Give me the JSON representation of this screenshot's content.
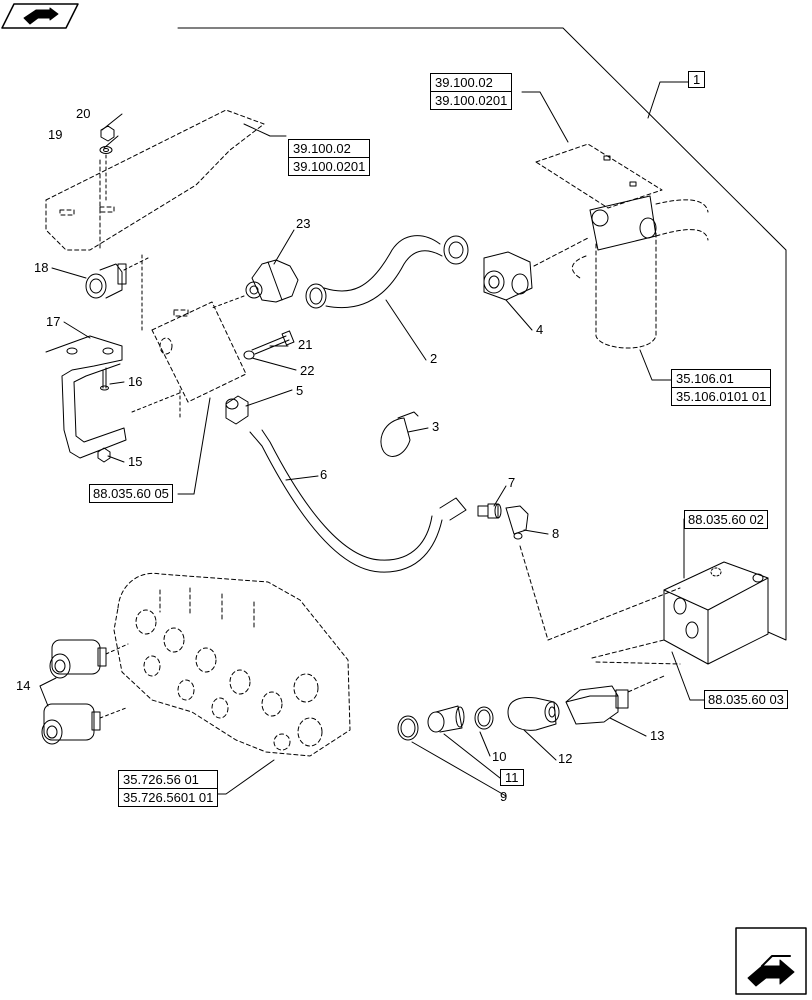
{
  "refs": {
    "filter_mount": [
      "39.100.02",
      "39.100.0201"
    ],
    "bracket_ref": [
      "39.100.02",
      "39.100.0201"
    ],
    "filter_ref": [
      "35.106.01",
      "35.106.0101 01"
    ],
    "valve_ref": [
      "35.726.56 01",
      "35.726.5601 01"
    ],
    "block_ref_top": "88.035.60 02",
    "block_ref_bottom": "88.035.60 03",
    "bracket_block_ref": "88.035.60 05"
  },
  "kit_labels": {
    "kit_1": "1",
    "kit_11": "11"
  },
  "parts": {
    "p2": "2",
    "p3": "3",
    "p4": "4",
    "p5": "5",
    "p6": "6",
    "p7": "7",
    "p8": "8",
    "p9": "9",
    "p10": "10",
    "p12": "12",
    "p13": "13",
    "p14": "14",
    "p15": "15",
    "p16": "16",
    "p17": "17",
    "p18": "18",
    "p19": "19",
    "p20": "20",
    "p21": "21",
    "p22": "22",
    "p23": "23"
  },
  "icons": {
    "top_left": "previous-page-icon",
    "bottom_right": "next-page-icon"
  }
}
